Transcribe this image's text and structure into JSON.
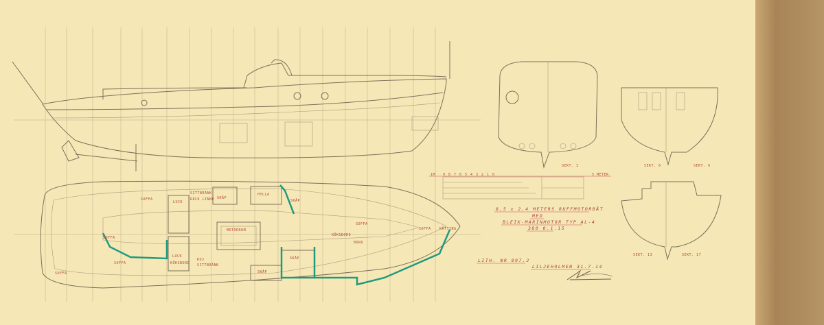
{
  "drawing": {
    "title_line1": "8,5 x 2,4 METERS RUFFMOTORBÅT",
    "title_line2": "MED",
    "title_line3": "BLEIK-MARINMOTOR TYP AL-4",
    "title_line4": "380 0.1.15",
    "lith_number": "LITH. NR 897.2",
    "place_date": "LILJEHOLMEN 31.7.14",
    "signature": "Wilhelmsson",
    "scale_label": "5 METER",
    "scale_ticks": [
      "1M",
      "9",
      "8",
      "7",
      "6",
      "5",
      "4",
      "3",
      "2",
      "1",
      "0"
    ],
    "sections": [
      "SEKT. 3",
      "SEKT. 6",
      "SEKT. 9",
      "SEKT. 13",
      "SEKT. 17"
    ],
    "plan_labels": [
      "SOFFA",
      "LUCK",
      "SITTBRÄNK",
      "RÄCK LINNE",
      "SKÅP",
      "HYLLA",
      "SKÅP",
      "MOTORRUM",
      "LUCK",
      "SITTBRÄNK",
      "SKÅP",
      "KÖKSBORD",
      "SOFFA",
      "SOFFA",
      "SOFFA",
      "KÖKSBORD",
      "SKÅP",
      "BORD",
      "SOFFA",
      "KÄTTING",
      "KOJ",
      "SOFFA"
    ]
  },
  "colors": {
    "paper": "#f6e7b6",
    "ink": "#7d705a",
    "green": "#1f9a7f",
    "red_text": "#b0473a",
    "edge": "#a88456"
  }
}
